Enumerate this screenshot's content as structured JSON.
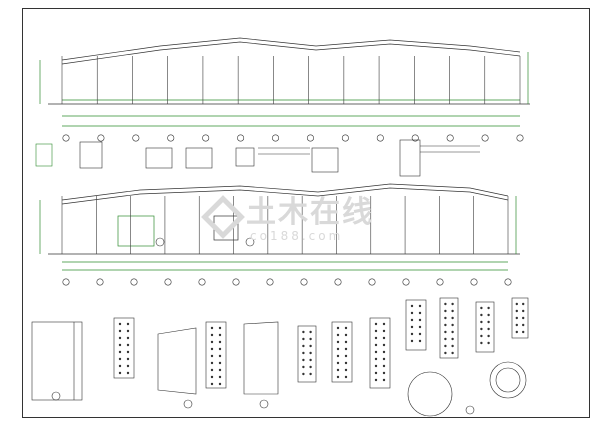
{
  "watermark": {
    "main": "土木在线",
    "sub": "co188.com"
  },
  "colors": {
    "line": "#1a1a1a",
    "dimension": "#2e8b2e",
    "member": "#3a3a3a",
    "watermark": "#d9d9d9"
  },
  "elevations": [
    {
      "name": "upper-frame-elevation"
    },
    {
      "name": "lower-frame-elevation"
    }
  ],
  "grid_axes": 14,
  "node_details": 14
}
